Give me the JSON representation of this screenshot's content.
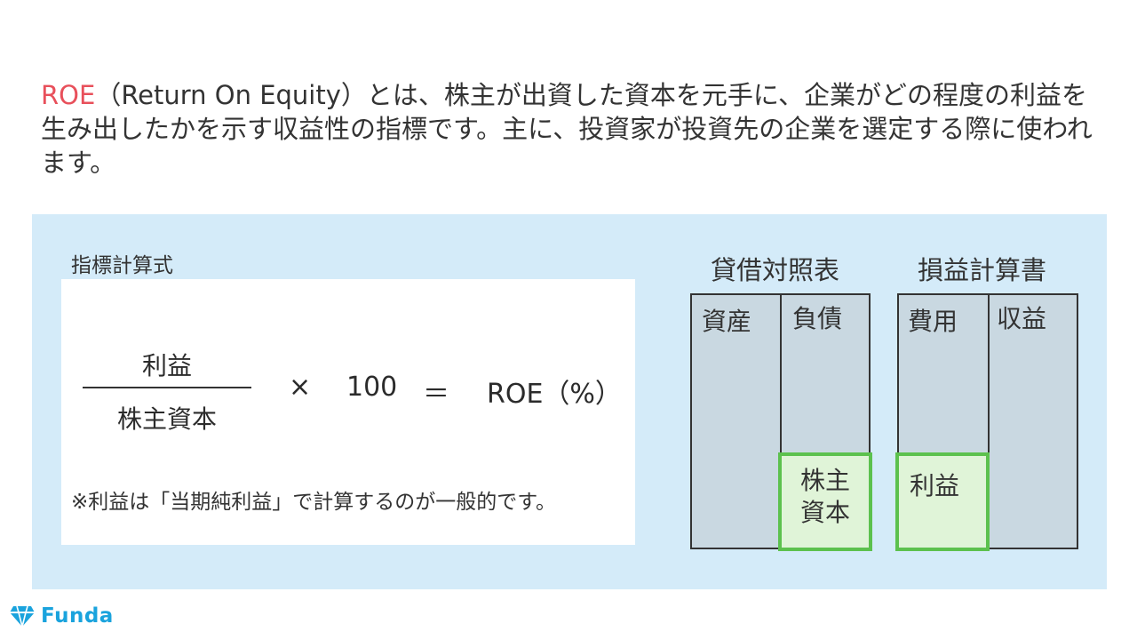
{
  "intro": {
    "highlight": "ROE",
    "text": "（Return On Equity）とは、株主が出資した資本を元手に、企業がどの程度の利益を生み出したかを示す収益性の指標です。主に、投資家が投資先の企業を選定する際に使われます。"
  },
  "formula": {
    "label": "指標計算式",
    "numerator": "利益",
    "denominator": "株主資本",
    "times": "×",
    "hundred": "100",
    "equals": "＝",
    "result": "ROE（%）",
    "note": "※利益は「当期純利益」で計算するのが一般的です。"
  },
  "balance_sheet": {
    "title": "貸借対照表",
    "left": "資産",
    "right": "負債",
    "highlight": [
      "株主",
      "資本"
    ]
  },
  "income_statement": {
    "title": "損益計算書",
    "left": "費用",
    "right": "収益",
    "highlight": "利益"
  },
  "logo": {
    "text": "Funda"
  },
  "colors": {
    "highlight": "#e8505b",
    "panel": "#d4ebf9",
    "green": "#5cc14e",
    "brand": "#1aa3dd"
  }
}
